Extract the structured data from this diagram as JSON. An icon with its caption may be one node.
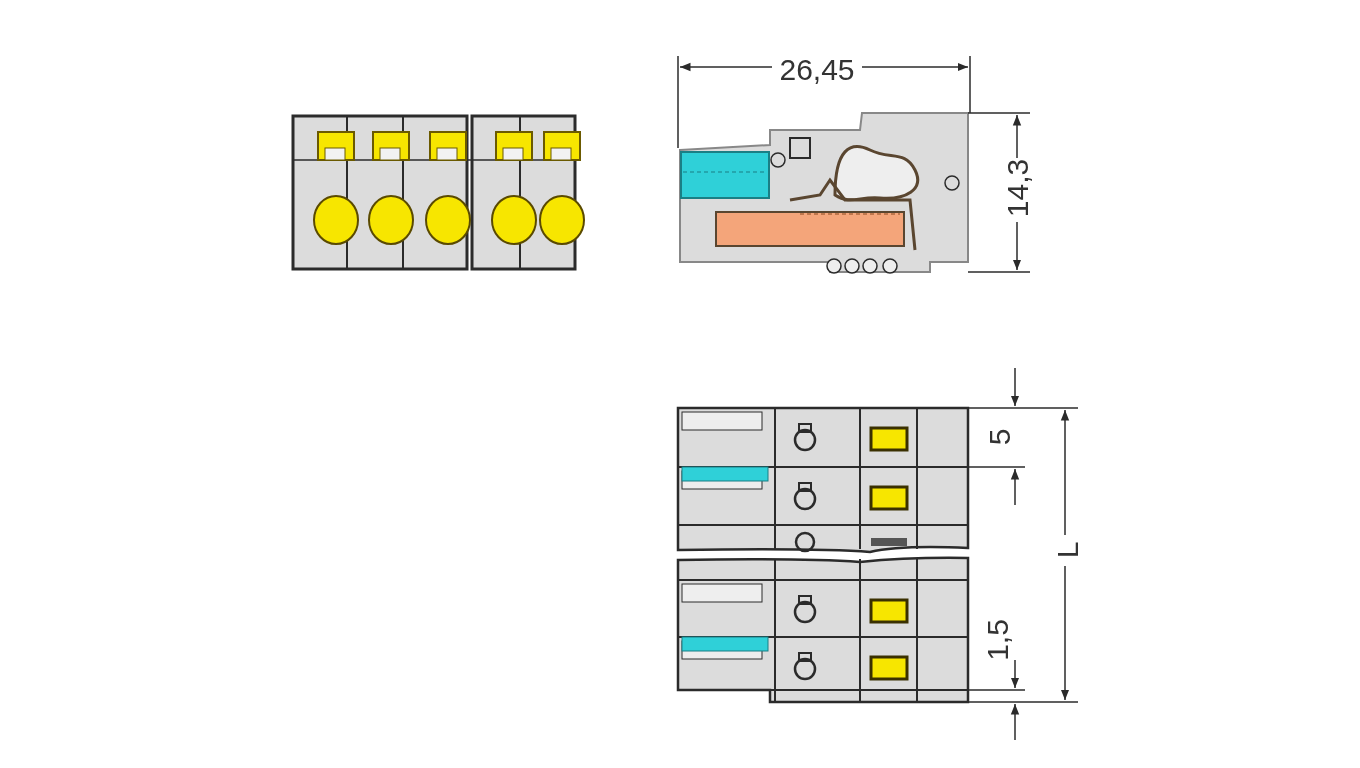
{
  "diagram": {
    "labels": [
      "26,45",
      "14,3",
      "5",
      "L",
      "1,5"
    ]
  }
}
